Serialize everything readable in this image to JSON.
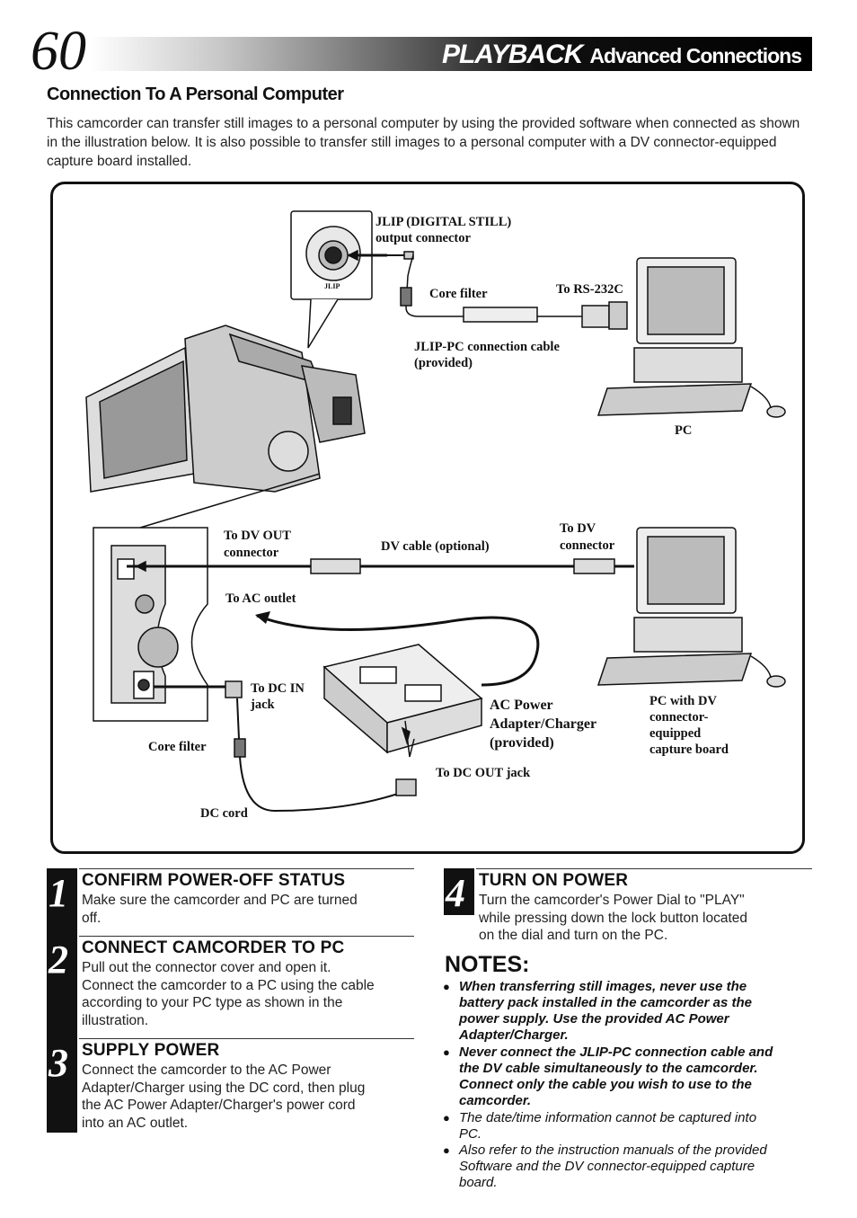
{
  "header": {
    "page_number": "60",
    "title_main": "PLAYBACK",
    "title_sub": "Advanced Connections"
  },
  "section": {
    "title": "Connection To A Personal Computer",
    "intro": "This camcorder can transfer still images to a personal computer by using the provided software when connected as shown in the illustration below. It is also possible to transfer still images to a personal computer with a DV connector-equipped capture board installed."
  },
  "diagram": {
    "jlip_label_1": "JLIP (DIGITAL STILL)",
    "jlip_label_2": "output connector",
    "jlip_logo": "JLIP",
    "core_filter_top": "Core filter",
    "to_rs232c": "To RS-232C",
    "jlip_cable_1": "JLIP-PC connection cable",
    "jlip_cable_2": "(provided)",
    "pc": "PC",
    "to_dv_out_1": "To DV OUT",
    "to_dv_out_2": "connector",
    "dv_cable": "DV cable (optional)",
    "to_dv_1": "To DV",
    "to_dv_2": "connector",
    "to_ac_outlet": "To AC outlet",
    "to_dc_in_1": "To DC IN",
    "to_dc_in_2": "jack",
    "ac_adapter_1": "AC Power",
    "ac_adapter_2": "Adapter/Charger",
    "ac_adapter_3": "(provided)",
    "pc_dv_1": "PC with DV",
    "pc_dv_2": "connector-",
    "pc_dv_3": "equipped",
    "pc_dv_4": "capture board",
    "core_filter_bottom": "Core filter",
    "to_dc_out": "To DC OUT jack",
    "dc_cord": "DC cord"
  },
  "steps": [
    {
      "number": "1",
      "title": "CONFIRM POWER-OFF STATUS",
      "lines": [
        "Make sure the camcorder and PC are turned",
        "off."
      ]
    },
    {
      "number": "2",
      "title": "CONNECT CAMCORDER TO PC",
      "lines": [
        "Pull out the connector cover and open it.",
        "Connect the camcorder to a PC using the cable",
        "according to your PC type as shown in the",
        "illustration."
      ]
    },
    {
      "number": "3",
      "title": "SUPPLY POWER",
      "lines": [
        "Connect the camcorder to the AC Power",
        "Adapter/Charger using the DC cord, then plug",
        "the AC Power Adapter/Charger's power cord",
        "into an AC outlet."
      ]
    },
    {
      "number": "4",
      "title": "TURN ON POWER",
      "lines": [
        "Turn the camcorder's Power Dial to \"PLAY\"",
        "while pressing down the lock button located",
        "on the dial and turn on the PC."
      ]
    }
  ],
  "notes": {
    "title": "NOTES:",
    "bullet": "●",
    "items": [
      {
        "lines": [
          "When transferring still images, never use the",
          "battery pack installed in the camcorder as the",
          "power supply. Use the provided AC Power",
          "Adapter/Charger."
        ]
      },
      {
        "lines": [
          "Never connect the JLIP-PC connection cable and",
          "the DV cable simultaneously to the camcorder.",
          "Connect only the cable you wish to use to the",
          "camcorder."
        ]
      },
      {
        "lines": [
          "The date/time information cannot be captured into",
          "PC."
        ]
      },
      {
        "lines": [
          "Also refer to the instruction manuals of the provided",
          "Software and the DV connector-equipped capture",
          "board."
        ]
      }
    ]
  }
}
